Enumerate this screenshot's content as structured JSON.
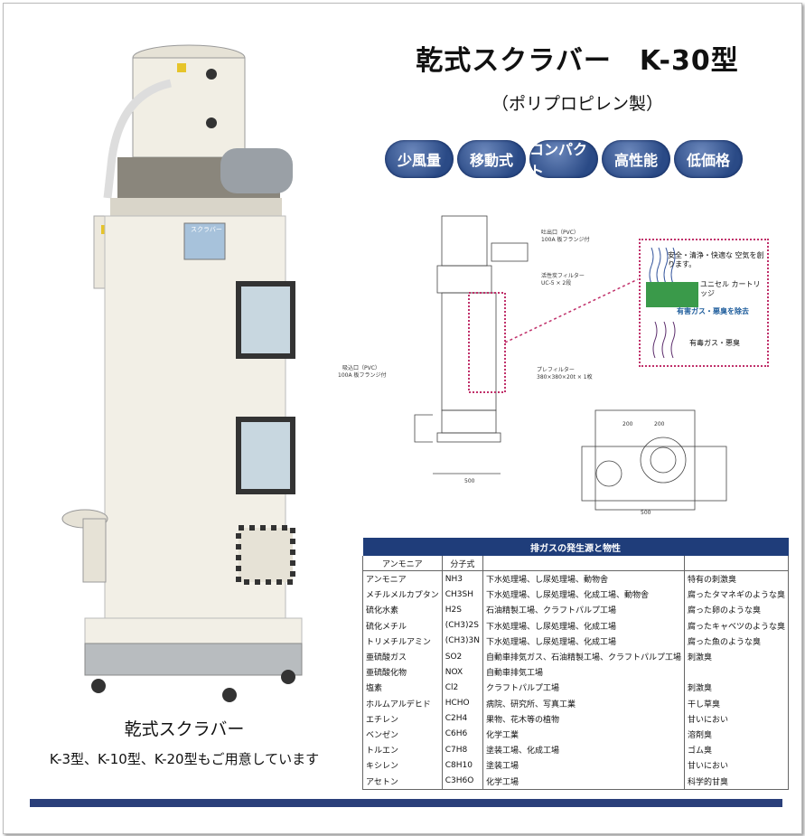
{
  "product": {
    "title": "乾式スクラバー　K-30型",
    "subtitle": "（ポリプロピレン製）",
    "features": [
      "少風量",
      "移動式",
      "コンパクト",
      "高性能",
      "低価格"
    ]
  },
  "photo": {
    "panel_label": "スクラバー",
    "caption": "乾式スクラバー",
    "note": "K-3型、K-10型、K-20型もご用意しています"
  },
  "diagram": {
    "outlet_label": "吐出口（PVC）",
    "outlet_flange": "100A 板フランジ付",
    "filter_label": "活性炭フィルター",
    "filter_spec": "UC-5 × 2段",
    "inlet_label": "吸込口（PVC）",
    "inlet_flange": "100A 板フランジ付",
    "prefilter_label": "プレフィルター",
    "prefilter_spec": "380×380×20t × 1枚",
    "dim_width": "500",
    "dim_plan": [
      "500",
      "200",
      "200"
    ],
    "legend_safety": "安全・清浄・快適な 空気を創ります。",
    "legend_cartridge": "ユニセル カートリッジ",
    "legend_removal": "有害ガス・悪臭を除去",
    "legend_input": "有毒ガス・悪臭"
  },
  "gas_table": {
    "title": "排ガスの発生源と物性",
    "headers": [
      "アンモニア",
      "分子式",
      "",
      ""
    ],
    "rows": [
      [
        "アンモニア",
        "NH3",
        "下水処理場、し尿処理場、動物舎",
        "特有の刺激臭"
      ],
      [
        "メチルメルカプタン",
        "CH3SH",
        "下水処理場、し尿処理場、化成工場、動物舎",
        "腐ったタマネギのような臭"
      ],
      [
        "硫化水素",
        "H2S",
        "石油精製工場、クラフトパルプ工場",
        "腐った卵のような臭"
      ],
      [
        "硫化メチル",
        "(CH3)2S",
        "下水処理場、し尿処理場、化成工場",
        "腐ったキャベツのような臭"
      ],
      [
        "トリメチルアミン",
        "(CH3)3N",
        "下水処理場、し尿処理場、化成工場",
        "腐った魚のような臭"
      ],
      [
        "亜硫酸ガス",
        "SO2",
        "自動車排気ガス、石油精製工場、クラフトパルプ工場",
        "刺激臭"
      ],
      [
        "亜硫酸化物",
        "NOX",
        "自動車排気工場",
        ""
      ],
      [
        "塩素",
        "Cl2",
        "クラフトパルプ工場",
        "刺激臭"
      ],
      [
        "ホルムアルデヒド",
        "HCHO",
        "病院、研究所、写真工業",
        "干し草臭"
      ],
      [
        "エチレン",
        "C2H4",
        "果物、花木等の植物",
        "甘いにおい"
      ],
      [
        "ベンゼン",
        "C6H6",
        "化学工業",
        "溶剤臭"
      ],
      [
        "トルエン",
        "C7H8",
        "塗装工場、化成工場",
        "ゴム臭"
      ],
      [
        "キシレン",
        "C8H10",
        "塗装工場",
        "甘いにおい"
      ],
      [
        "アセトン",
        "C3H6O",
        "化学工場",
        "科学的甘臭"
      ]
    ]
  }
}
